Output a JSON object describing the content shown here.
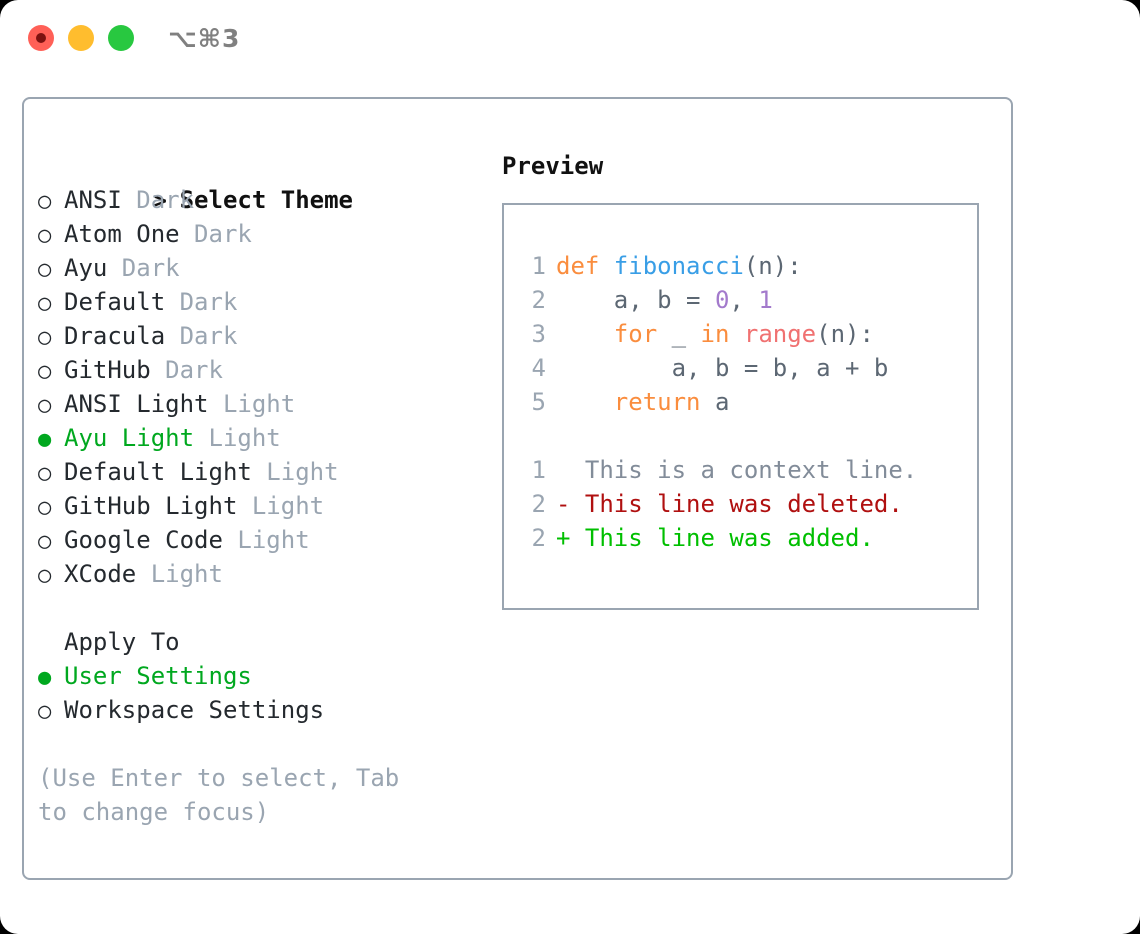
{
  "window": {
    "shortcut": "⌥⌘3",
    "traffic_lights": [
      {
        "name": "close-button",
        "color": "#ff6057"
      },
      {
        "name": "minimize-button",
        "color": "#ffbd2e"
      },
      {
        "name": "maximize-button",
        "color": "#28c840"
      }
    ]
  },
  "theme_section": {
    "header": "Select Theme",
    "header_marker": ">",
    "items": [
      {
        "marker": "○",
        "name": "ANSI",
        "variant": "Dark",
        "selected": false
      },
      {
        "marker": "○",
        "name": "Atom One",
        "variant": "Dark",
        "selected": false
      },
      {
        "marker": "○",
        "name": "Ayu",
        "variant": "Dark",
        "selected": false
      },
      {
        "marker": "○",
        "name": "Default",
        "variant": "Dark",
        "selected": false
      },
      {
        "marker": "○",
        "name": "Dracula",
        "variant": "Dark",
        "selected": false
      },
      {
        "marker": "○",
        "name": "GitHub",
        "variant": "Dark",
        "selected": false
      },
      {
        "marker": "○",
        "name": "ANSI Light",
        "variant": "Light",
        "selected": false
      },
      {
        "marker": "●",
        "name": "Ayu Light",
        "variant": "Light",
        "selected": true
      },
      {
        "marker": "○",
        "name": "Default Light",
        "variant": "Light",
        "selected": false
      },
      {
        "marker": "○",
        "name": "GitHub Light",
        "variant": "Light",
        "selected": false
      },
      {
        "marker": "○",
        "name": "Google Code",
        "variant": "Light",
        "selected": false
      },
      {
        "marker": "○",
        "name": "XCode",
        "variant": "Light",
        "selected": false
      }
    ]
  },
  "apply_section": {
    "header": "Apply To",
    "items": [
      {
        "marker": "●",
        "name": "User Settings",
        "selected": true
      },
      {
        "marker": "○",
        "name": "Workspace Settings",
        "selected": false
      }
    ]
  },
  "hint": "(Use Enter to select, Tab to change focus)",
  "preview": {
    "title": "Preview",
    "code_lines": [
      {
        "lno": "1",
        "tokens": [
          {
            "t": "def ",
            "c": "kw"
          },
          {
            "t": "fibonacci",
            "c": "fn"
          },
          {
            "t": "(n):",
            "c": "txt"
          }
        ]
      },
      {
        "lno": "2",
        "tokens": [
          {
            "t": "    a, b = ",
            "c": "txt"
          },
          {
            "t": "0",
            "c": "num"
          },
          {
            "t": ", ",
            "c": "txt"
          },
          {
            "t": "1",
            "c": "num"
          }
        ]
      },
      {
        "lno": "3",
        "tokens": [
          {
            "t": "    ",
            "c": "txt"
          },
          {
            "t": "for",
            "c": "kw"
          },
          {
            "t": " _ ",
            "c": "txt"
          },
          {
            "t": "in",
            "c": "kw"
          },
          {
            "t": " ",
            "c": "txt"
          },
          {
            "t": "range",
            "c": "bi"
          },
          {
            "t": "(n):",
            "c": "txt"
          }
        ]
      },
      {
        "lno": "4",
        "tokens": [
          {
            "t": "        a, b = b, a + b",
            "c": "txt"
          }
        ]
      },
      {
        "lno": "5",
        "tokens": [
          {
            "t": "    ",
            "c": "txt"
          },
          {
            "t": "return",
            "c": "kw"
          },
          {
            "t": " a",
            "c": "txt"
          }
        ]
      }
    ],
    "diff_lines": [
      {
        "lno": "1",
        "sign": " ",
        "text": " This is a context line.",
        "kind": "ctx"
      },
      {
        "lno": "2",
        "sign": "-",
        "text": " This line was deleted.",
        "kind": "del"
      },
      {
        "lno": "2",
        "sign": "+",
        "text": " This line was added.",
        "kind": "add"
      }
    ]
  },
  "colors": {
    "keyword": "#fa8d3e",
    "function": "#399ee6",
    "number": "#a37acc",
    "builtin": "#f07171",
    "text": "#5c6773",
    "line_number": "#9aa5b1",
    "selected": "#00a81f",
    "muted": "#9aa5b1",
    "diff_add": "#00bf00",
    "diff_del": "#b01010",
    "border": "#9aa5b1"
  }
}
